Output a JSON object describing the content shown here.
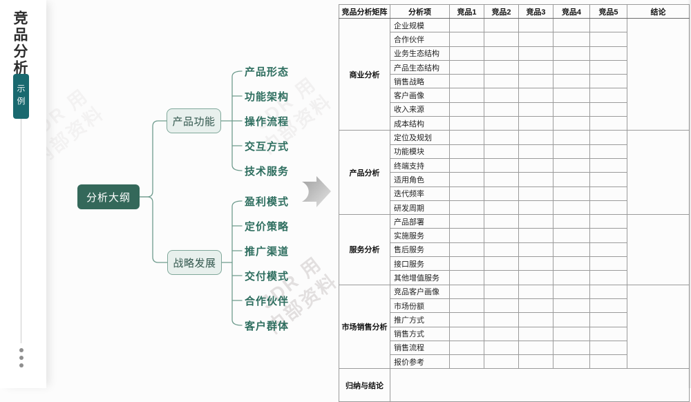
{
  "page": {
    "vertical_title": "竞品分析",
    "badge_label": "示例"
  },
  "watermark": {
    "line1": "JDR 用",
    "line2": "内部资料"
  },
  "mindmap": {
    "root_label": "分析大纲",
    "branches": [
      {
        "label": "产品功能",
        "children": [
          "产品形态",
          "功能架构",
          "操作流程",
          "交互方式",
          "技术服务"
        ]
      },
      {
        "label": "战略发展",
        "children": [
          "盈利模式",
          "定价策略",
          "推广渠道",
          "交付模式",
          "合作伙伴",
          "客户群体"
        ]
      }
    ]
  },
  "table": {
    "headers": [
      "竞品分析矩阵",
      "分析项",
      "竞品1",
      "竞品2",
      "竞品3",
      "竞品4",
      "竞品5",
      "结论"
    ],
    "competitor_count": 5,
    "groups": [
      {
        "label": "商业分析",
        "items": [
          "企业规模",
          "合作伙伴",
          "业务生态结构",
          "产品生态结构",
          "销售战略",
          "客户画像",
          "收入来源",
          "成本结构"
        ]
      },
      {
        "label": "产品分析",
        "items": [
          "定位及规划",
          "功能模块",
          "终端支持",
          "适用角色",
          "迭代频率",
          "研发周期"
        ]
      },
      {
        "label": "服务分析",
        "items": [
          "产品部署",
          "实施服务",
          "售后服务",
          "接口服务",
          "其他增值服务"
        ]
      },
      {
        "label": "市场销售分析",
        "items": [
          "竞品客户画像",
          "市场份额",
          "推广方式",
          "销售方式",
          "销售流程",
          "报价参考"
        ]
      }
    ],
    "footer_label": "归纳与结论"
  },
  "colors": {
    "root_node_bg": "#34685A",
    "branch_node_bg": "#E8F0ED",
    "branch_node_border": "#7FA79A",
    "leaf_text": "#2E6E5F",
    "badge_bg": "#19696F",
    "table_border": "#9a9a9a",
    "table_border_strong": "#6b6b6b",
    "arrow_gray": "#b0b0b0"
  }
}
